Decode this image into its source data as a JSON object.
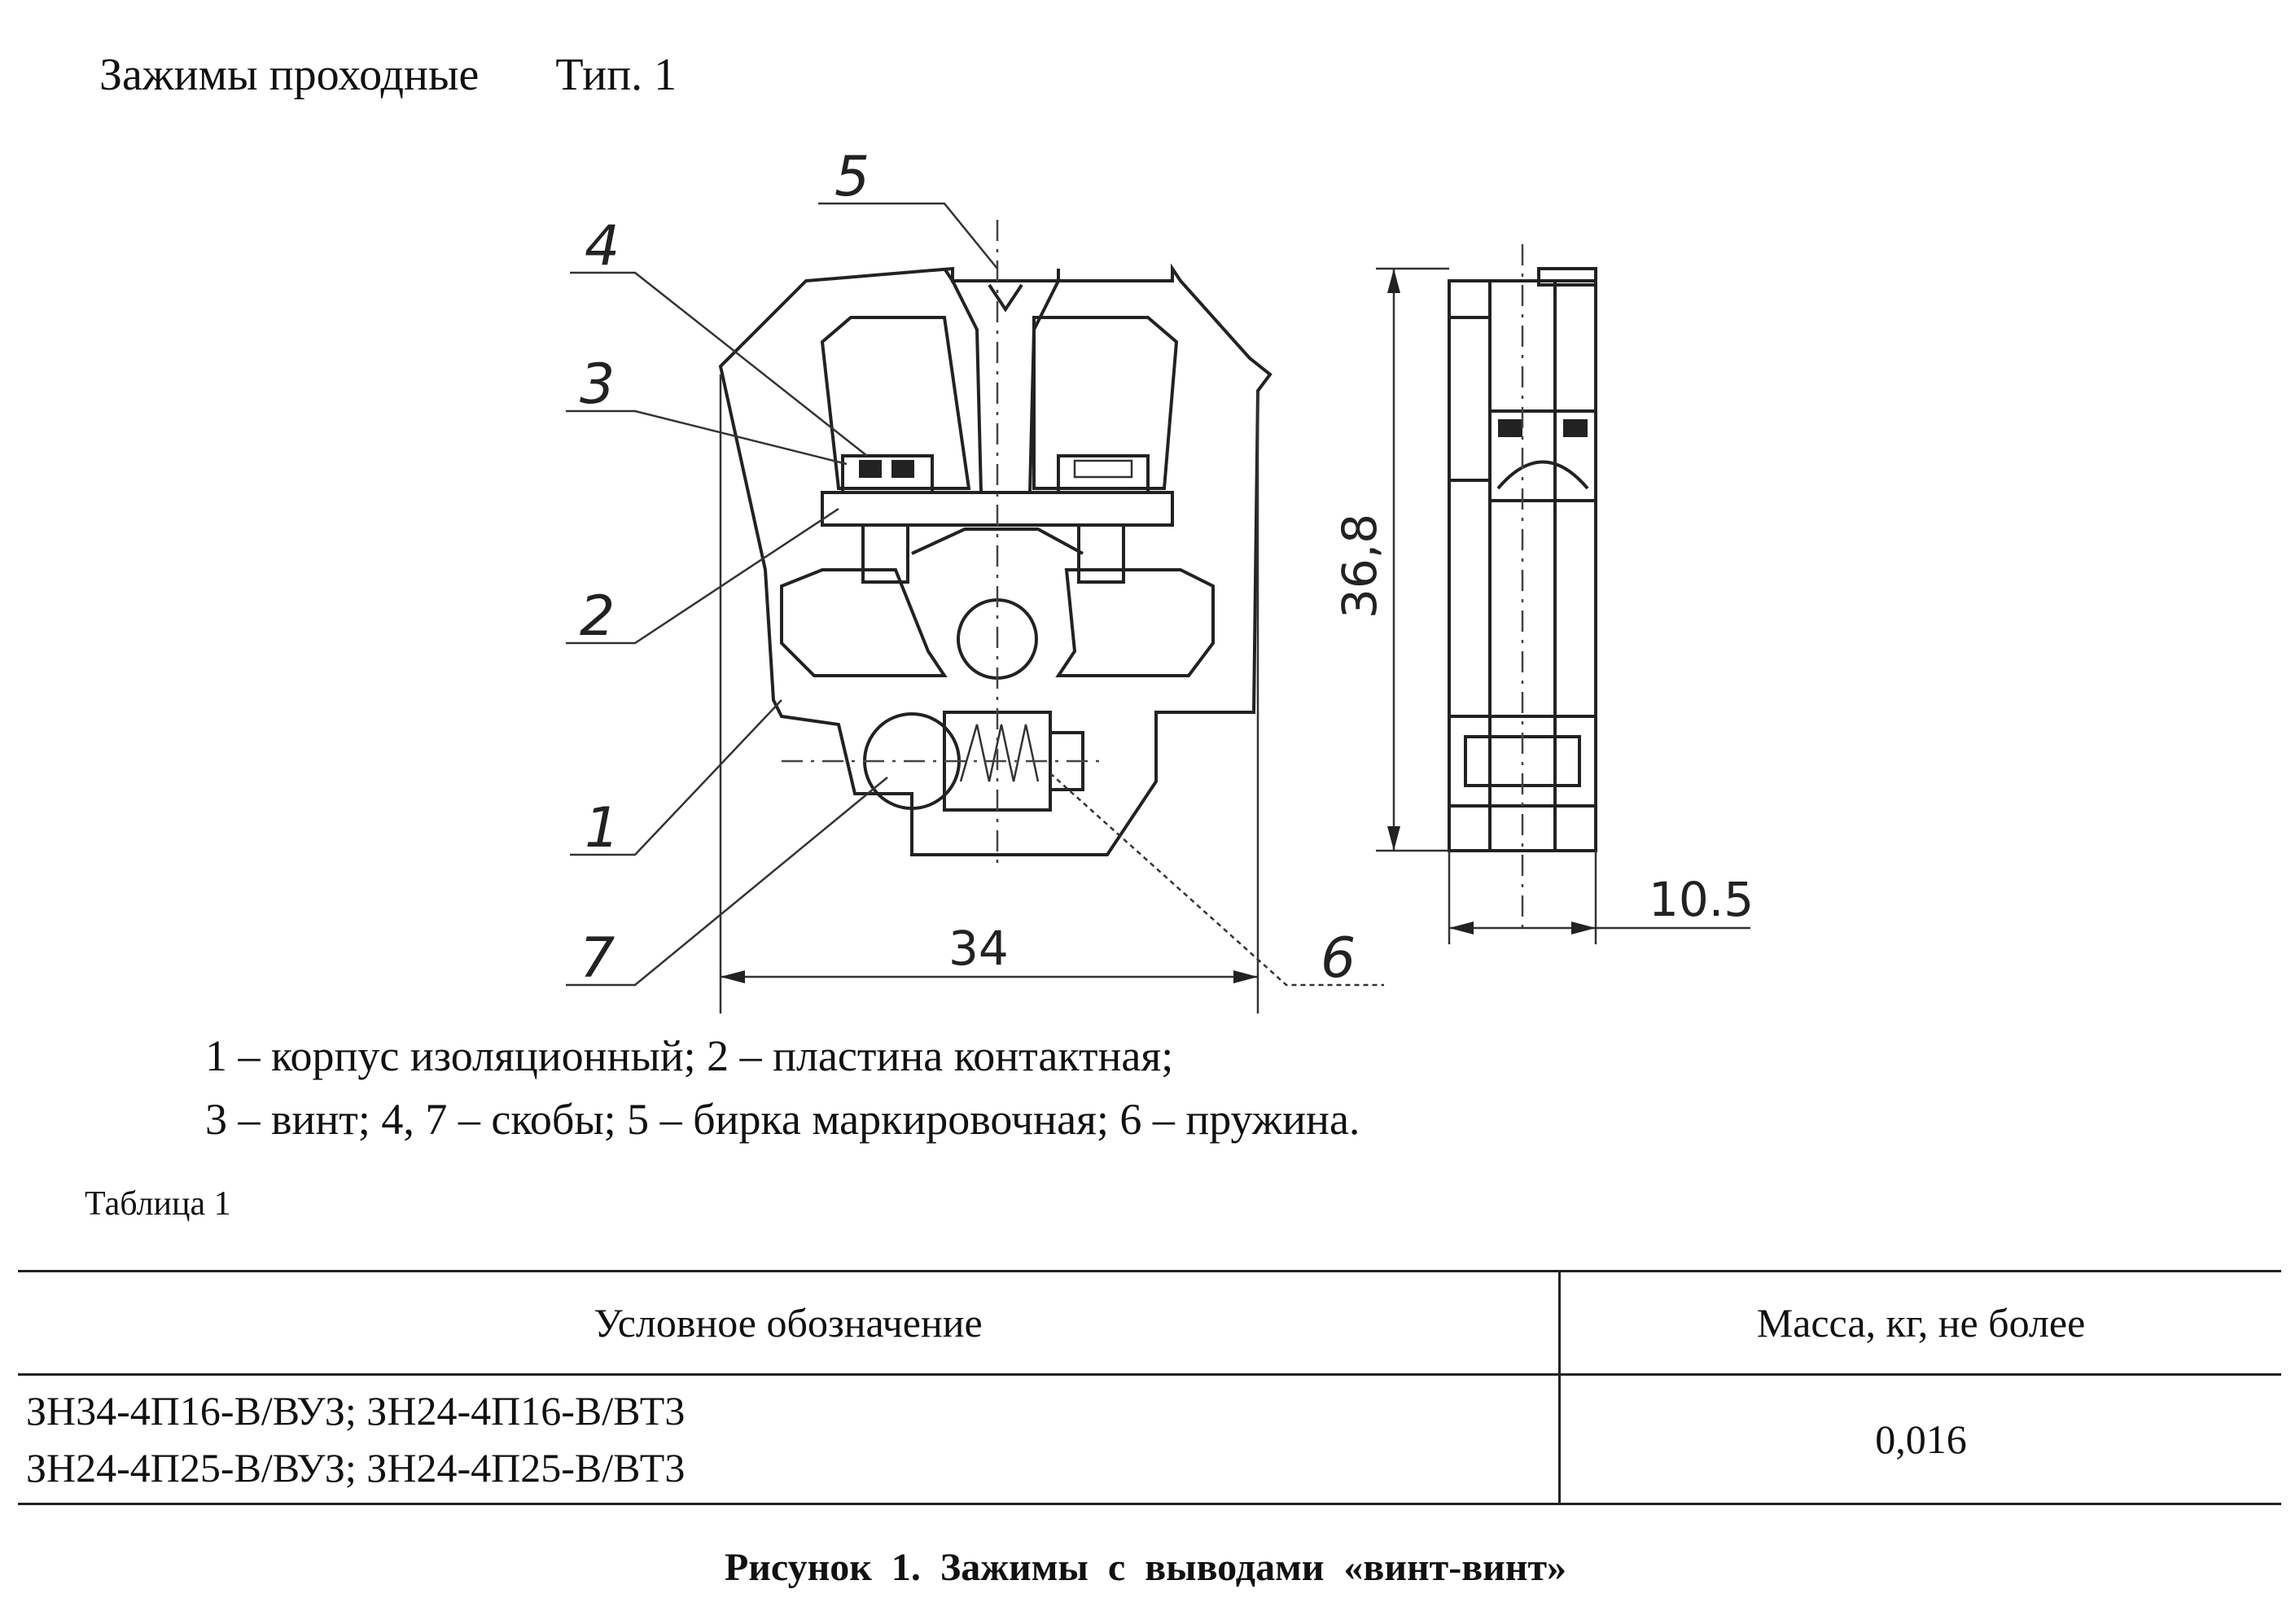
{
  "header": {
    "title": "Зажимы проходные",
    "type": "Тип. 1"
  },
  "drawing": {
    "callouts": [
      "1",
      "2",
      "3",
      "4",
      "5",
      "6",
      "7"
    ],
    "dimensions": {
      "width": "34",
      "height": "36,8",
      "depth": "10.5"
    }
  },
  "legend": {
    "line1": "1 – корпус изоляционный;  2 – пластина контактная;",
    "line2": "3 – винт; 4, 7 – скобы;  5 – бирка маркировочная;  6 – пружина."
  },
  "table": {
    "label": "Таблица 1",
    "headers": [
      "Условное  обозначение",
      "Масса,  кг,  не  более"
    ],
    "row": {
      "designations": [
        "ЗН34-4П16-В/ВУЗ; ЗН24-4П16-В/ВТ3",
        "ЗН24-4П25-В/ВУЗ; ЗН24-4П25-В/ВТ3"
      ],
      "mass": "0,016"
    }
  },
  "caption": "Рисунок  1.  Зажимы  с  выводами  «винт-винт»"
}
